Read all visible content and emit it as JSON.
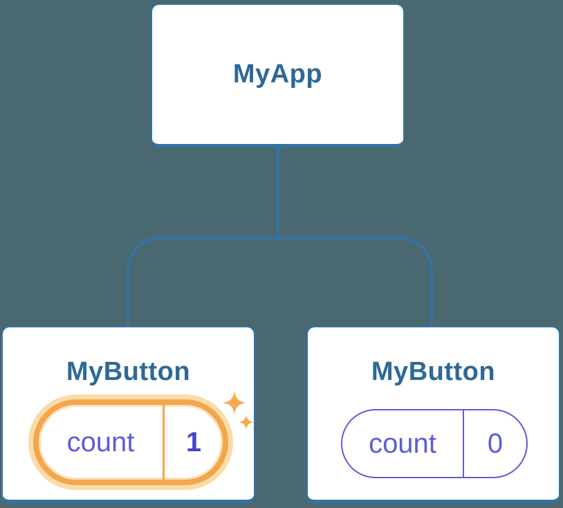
{
  "diagram": {
    "root": {
      "label": "MyApp"
    },
    "children": [
      {
        "label": "MyButton",
        "state": {
          "name": "count",
          "value": "1"
        },
        "highlighted": true
      },
      {
        "label": "MyButton",
        "state": {
          "name": "count",
          "value": "0"
        },
        "highlighted": false
      }
    ]
  },
  "icons": {
    "sparkle": "four-point-star-sparkles"
  },
  "colors": {
    "background": "#4A6870",
    "connector": "#3273A5",
    "card_border": "#3273A5",
    "title_text": "#2D6996",
    "state_text": "#5C5CD6",
    "state_value_text": "#4646C4",
    "highlight_orange": "#F3A64D",
    "highlight_glow": "#FADCA8",
    "highlight_inner": "#FBE3C2",
    "sparkle": "#F6AC4E",
    "card_bg": "#FFFFFF"
  }
}
